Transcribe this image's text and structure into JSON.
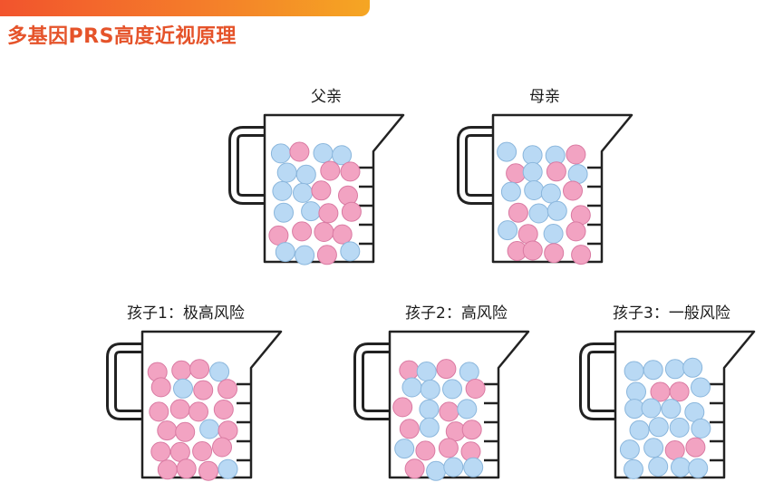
{
  "title": "多基因PRS高度近视原理",
  "colors": {
    "pink": "#f2a3c2",
    "blue": "#b9d9f4",
    "title": "#e5532a",
    "banner": "#f47d2a"
  },
  "jugs": [
    {
      "label": "父亲",
      "pink": 12,
      "blue": 12
    },
    {
      "label": "母亲",
      "pink": 12,
      "blue": 12
    },
    {
      "label": "孩子1：极高风险",
      "pink": 20,
      "blue": 4
    },
    {
      "label": "孩子2：高风险",
      "pink": 12,
      "blue": 12
    },
    {
      "label": "孩子3：一般风险",
      "pink": 4,
      "blue": 20
    }
  ]
}
